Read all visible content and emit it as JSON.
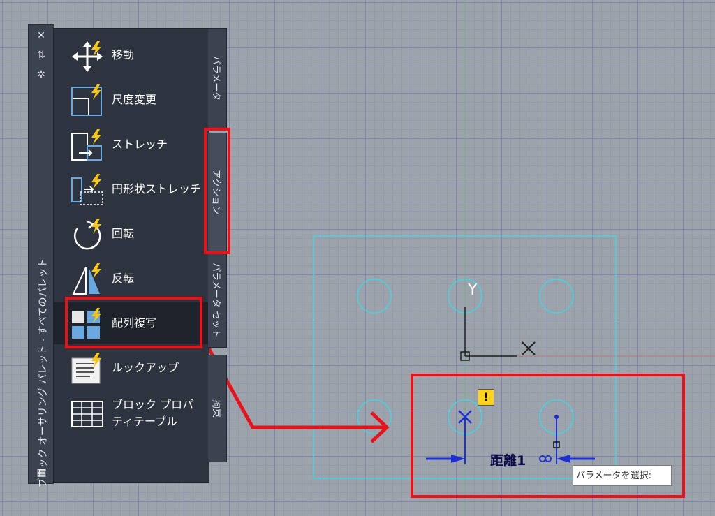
{
  "palette": {
    "title": "ブロック オーサリング パレット - すべてのパレット",
    "tools": [
      {
        "label": "移動"
      },
      {
        "label": "尺度変更"
      },
      {
        "label": "ストレッチ"
      },
      {
        "label": "円形状ストレッチ"
      },
      {
        "label": "回転"
      },
      {
        "label": "反転"
      },
      {
        "label": "配列複写"
      },
      {
        "label": "ルックアップ"
      },
      {
        "label": "ブロック プロパ\nティテーブル",
        "line1": "ブロック プロパ",
        "line2": "ティテーブル"
      }
    ],
    "tabs": [
      {
        "label": "パラメータ"
      },
      {
        "label": "アクション"
      },
      {
        "label": "パラメータ セット"
      },
      {
        "label": "拘束"
      }
    ]
  },
  "canvas": {
    "y_axis_label": "Y",
    "dimension_label": "距離1",
    "warning_symbol": "!",
    "tooltip": "パラメータを選択:"
  },
  "colors": {
    "highlight": "#e8121a",
    "geometry": "#3fd6e3",
    "dimension": "#1c2fd0",
    "lightning": "#f5c518"
  }
}
